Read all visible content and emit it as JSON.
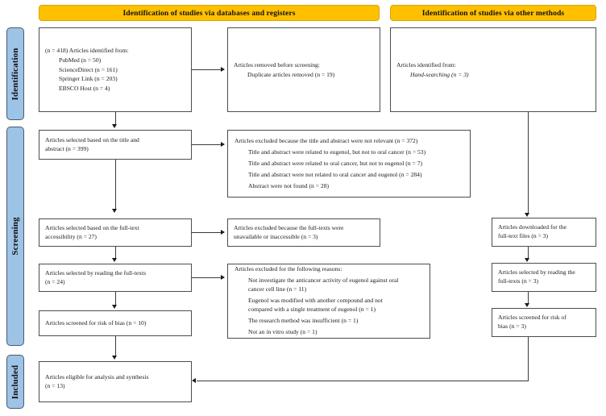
{
  "diagram": {
    "type": "prisma-flow-diagram",
    "colors": {
      "banner": "#FFC000",
      "stage_bar": "#9DC3E6",
      "box_border": "#4d4d4d",
      "connector": "#3a3a3a",
      "background": "#FFFFFF"
    }
  },
  "banners": {
    "databases": "Identification of studies via databases and registers",
    "other_methods": "Identification of studies via other methods"
  },
  "stages": {
    "identification": "Identification",
    "screening": "Screening",
    "included": "Included"
  },
  "boxes": {
    "identified_from": {
      "l1": "(n = 418) Articles identified from:",
      "l2": "PubMed (n = 50)",
      "l3": "ScienceDirect (n = 161)",
      "l4": "Springer Link (n = 203)",
      "l5": "EBSCO Host (n = 4)"
    },
    "removed_before_screening": {
      "l1": "Articles removed before screening:",
      "l2": "Duplicate articles removed (n = 19)"
    },
    "other_identified_from": {
      "l1": "Articles identified from:",
      "l2": "Hand-searching (n = 3)"
    },
    "selected_title_abstract": {
      "l1": "Articles selected based on the title and",
      "l2": "abstract (n = 399)"
    },
    "excluded_not_relevant": {
      "l1": "Articles excluded because the title and abstract were not relevant (n = 372)",
      "l2": "Title and abstract were related to eugenol, but not to oral cancer (n = 53)",
      "l3": "Title and abstract were related to oral cancer, but not to eugenol (n = 7)",
      "l4": "Title and abstract were not related to oral cancer and eugenol (n = 284)",
      "l5": "Abstract were not found (n = 28)"
    },
    "selected_fulltext_access": {
      "l1": "Articles selected based on the full-text",
      "l2": "accessibility (n = 27)"
    },
    "excluded_fulltext_unavailable": {
      "l1": "Articles excluded because the full-texts were",
      "l2": "unavailable or inaccessible (n = 3)"
    },
    "selected_reading_fulltexts": {
      "l1": "Articles selected by reading the full-texts",
      "l2": "(n = 24)"
    },
    "excluded_reasons": {
      "l1": "Articles excluded for the following reasons:",
      "l2a": "Not investigate the anticancer activity of eugenol against oral",
      "l2b": "cancer cell line (n = 11)",
      "l3a": "Eugenol was modified with another compound and not",
      "l3b": "compared with a single treatment of eugenol (n = 1)",
      "l4": "The research method was insufficient (n = 1)",
      "l5": "Not an in vitro study (n = 1)"
    },
    "screened_risk_bias": {
      "l1": "Articles screened for risk of bias (n = 10)"
    },
    "other_downloaded_fulltext": {
      "l1": "Articles downloaded for the",
      "l2": "full-text files (n = 3)"
    },
    "other_selected_reading": {
      "l1": "Articles selected by reading the",
      "l2": "full-texts (n = 3)"
    },
    "other_screened_risk_bias": {
      "l1": "Articles screened for risk of",
      "l2": "bias (n = 3)"
    },
    "eligible_analysis": {
      "l1": "Articles eligible for analysis and synthesis",
      "l2": "(n = 13)"
    }
  }
}
